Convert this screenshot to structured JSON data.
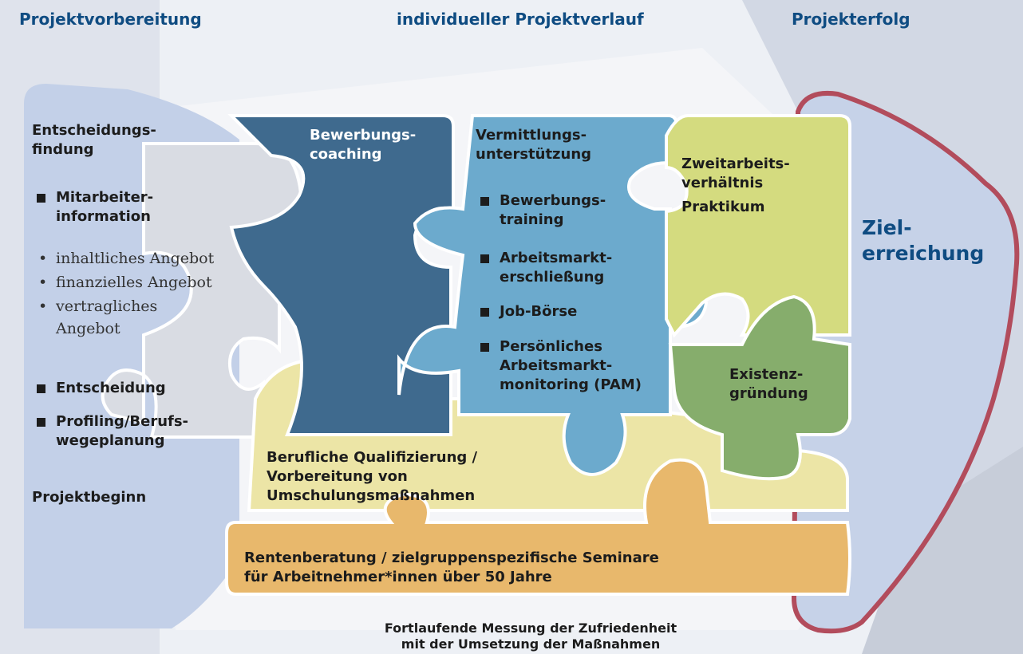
{
  "header": {
    "left": "Projektvorbereitung",
    "center": "individueller Projektverlauf",
    "right": "Projekterfolg"
  },
  "left_panel": {
    "title": "Entscheidungs-\nfindung",
    "mitarbeiter": "Mitarbeiter-\ninformation",
    "offers": [
      "inhaltliches Angebot",
      "finanzielles Angebot",
      "vertragliches\nAngebot"
    ],
    "entscheidung": "Entscheidung",
    "profiling": "Profiling/Berufs-\nwegeplanung",
    "start": "Projektbeginn"
  },
  "pieces": {
    "coaching": "Bewerbungs-\ncoaching",
    "vermittlung": {
      "title": "Vermittlungs-\nunterstützung",
      "items": [
        "Bewerbungs-\ntraining",
        "Arbeitsmarkt-\nerschließung",
        "Job-Börse",
        "Persönliches\nArbeitsmarkt-\nmonitoring (PAM)"
      ]
    },
    "zweit": "Zweitarbeits-\nverhältnis",
    "praktikum": "Praktikum",
    "existenz": "Existenz-\ngründung",
    "qualifizierung": "Berufliche Qualifizierung /\nVorbereitung von\nUmschulungsmaßnahmen",
    "rente": "Rentenberatung / zielgruppenspezifische Seminare\nfür Arbeitnehmer*innen über 50 Jahre"
  },
  "goal": "Ziel-\nerreichung",
  "footer": "Fortlaufende Messung der Zufriedenheit\nmit der Umsetzung der Maßnahmen",
  "colors": {
    "navy": "#0f4c82",
    "dark_blue_piece": "#3f6a8e",
    "light_blue_piece": "#6caacd",
    "lime_piece": "#d4db7f",
    "green_piece": "#86ad6c",
    "cream_piece": "#ece5a6",
    "orange_piece": "#e8b86c",
    "goal_outline": "#b24c5c"
  }
}
